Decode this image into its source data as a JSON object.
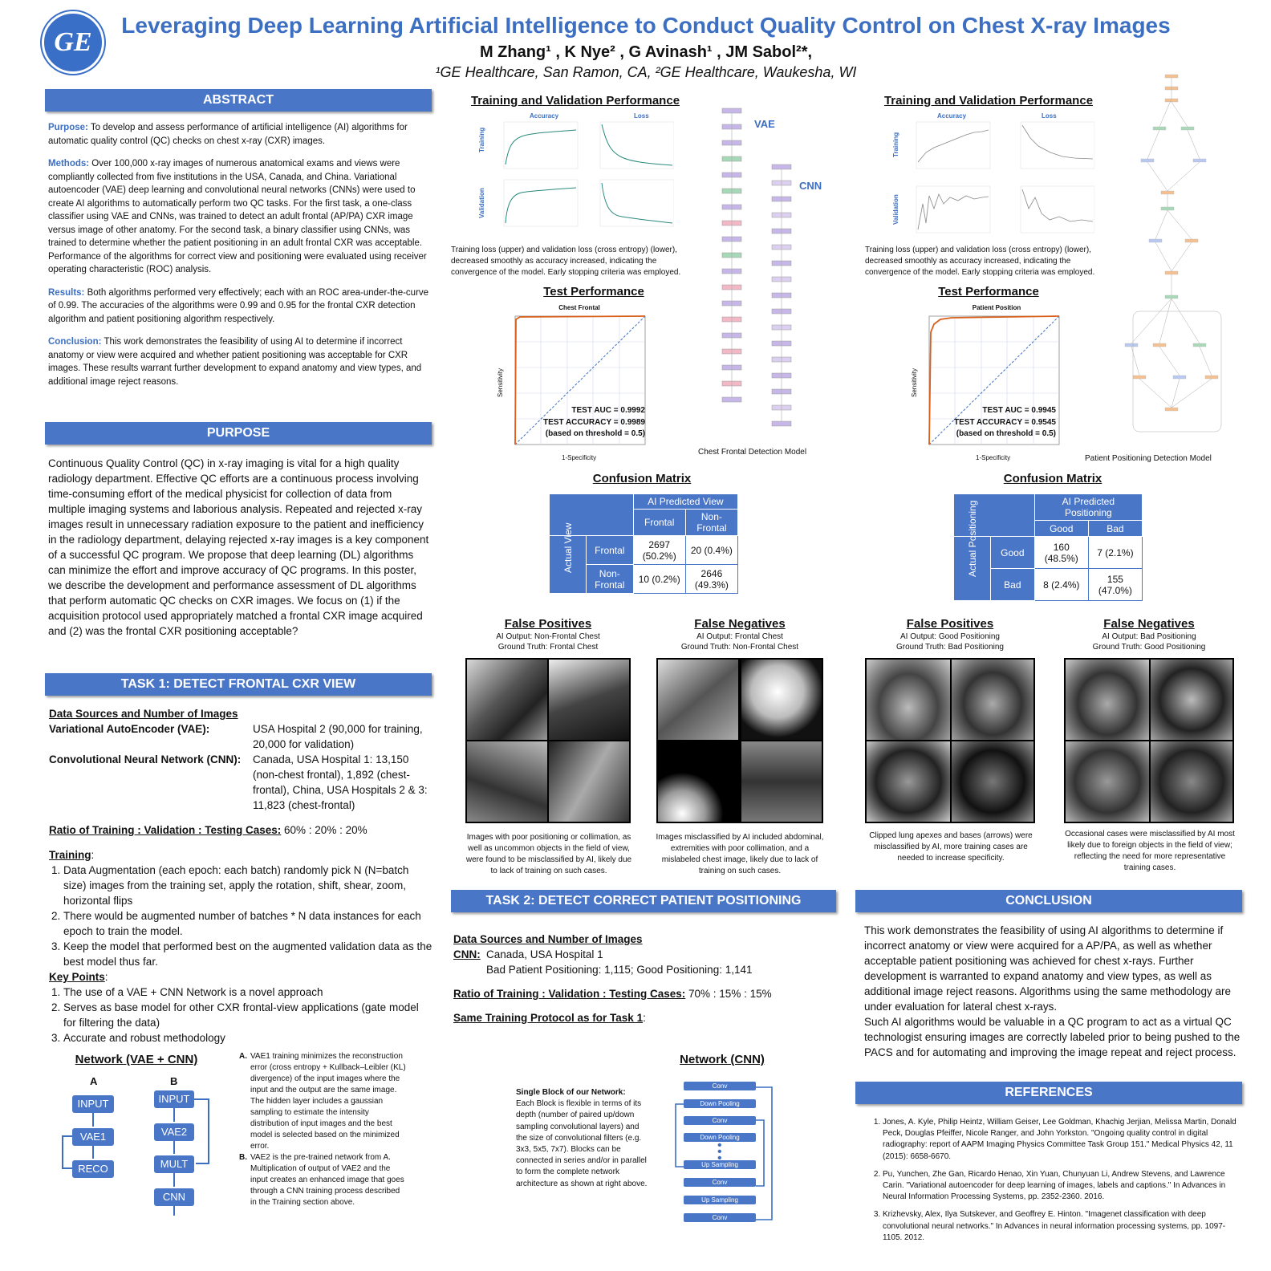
{
  "header": {
    "logo": "GE",
    "title": "Leveraging Deep Learning Artificial Intelligence to Conduct Quality Control on Chest X-ray Images",
    "authors": "M Zhang¹ , K Nye² , G Avinash¹ , JM Sabol²*,",
    "affiliations": "¹GE Healthcare, San Ramon, CA, ²GE Healthcare, Waukesha, WI"
  },
  "abstract": {
    "heading": "ABSTRACT",
    "purpose_label": "Purpose:",
    "purpose": " To develop and assess performance of artificial intelligence (AI) algorithms for automatic quality control (QC) checks on chest x-ray (CXR) images.",
    "methods_label": "Methods:",
    "methods": " Over 100,000 x-ray images of numerous anatomical exams and views were compliantly collected from five institutions in the USA, Canada, and China. Variational autoencoder (VAE) deep learning and convolutional neural networks (CNNs) were used to create AI algorithms to automatically perform two QC tasks. For the first task, a one-class classifier using VAE and CNNs, was trained to detect an adult frontal (AP/PA) CXR image versus image of other anatomy. For the second task, a binary classifier using CNNs, was trained to determine whether the patient positioning in an adult frontal CXR was acceptable. Performance of the algorithms for correct view and positioning were evaluated using receiver operating characteristic (ROC) analysis.",
    "results_label": "Results:",
    "results": " Both algorithms performed very effectively; each with an ROC area-under-the-curve of 0.99. The accuracies of the algorithms were 0.99 and 0.95 for the frontal CXR detection algorithm and patient positioning algorithm respectively.",
    "conclusion_label": "Conclusion:",
    "conclusion": " This work demonstrates the feasibility of using AI to determine if incorrect anatomy or view were acquired and whether patient positioning was acceptable for CXR images. These results warrant further development to expand anatomy and view types, and additional image reject reasons."
  },
  "purpose": {
    "heading": "PURPOSE",
    "text": "Continuous Quality Control (QC) in x-ray imaging is vital for a high quality radiology department. Effective QC efforts are a continuous process involving time-consuming effort of the medical physicist for collection of data from multiple imaging systems and laborious analysis. Repeated and rejected x-ray images result in unnecessary radiation exposure to the patient and inefficiency in the radiology department, delaying rejected x-ray images is a key component of a successful QC program. We propose that deep learning (DL) algorithms can minimize the effort and improve accuracy of QC programs. In this poster, we describe the development and performance assessment of DL algorithms that perform automatic QC checks on CXR images. We focus on (1) if the acquisition protocol used appropriately matched a frontal CXR image acquired and (2) was the frontal CXR positioning acceptable?"
  },
  "task1": {
    "heading": "TASK 1: DETECT FRONTAL CXR VIEW",
    "ds_title": "Data Sources and Number of Images",
    "vae_label": "Variational AutoEncoder (VAE):",
    "vae_val": "USA Hospital 2 (90,000 for training, 20,000 for validation)",
    "cnn_label": "Convolutional Neural Network (CNN):",
    "cnn_val": "Canada, USA Hospital 1: 13,150 (non-chest frontal), 1,892 (chest-frontal), China, USA Hospitals 2 & 3: 11,823 (chest-frontal)",
    "ratio_label": "Ratio of Training : Validation : Testing Cases:",
    "ratio_val": " 60% : 20% : 20%",
    "training_title": "Training",
    "training": [
      "Data Augmentation (each epoch: each batch) randomly pick N (N=batch size) images from the training set, apply the rotation, shift, shear, zoom, horizontal flips",
      "There would be augmented number of batches * N data instances for each epoch to train the model.",
      "Keep the model that performed best on the augmented validation data as the best model thus far."
    ],
    "key_title": "Key Points",
    "key": [
      "The use of a VAE + CNN Network is a novel approach",
      "Serves as base model for other CXR frontal-view applications (gate model for filtering the data)",
      "Accurate and robust methodology"
    ],
    "net_title": "Network (VAE + CNN)",
    "colA": "A",
    "colB": "B",
    "flowA": [
      "INPUT",
      "VAE1",
      "RECO"
    ],
    "flowB": [
      "INPUT",
      "VAE2",
      "MULT",
      "CNN"
    ],
    "noteA_label": "A.",
    "noteA": "VAE1 training minimizes the reconstruction error (cross entropy + Kullback–Leibler (KL) divergence) of the input images where the input and the output are the same image. The hidden layer includes a gaussian sampling to estimate the intensity distribution of input images and the best model is selected based on the minimized error.",
    "noteB_label": "B.",
    "noteB": "VAE2 is the pre-trained network from A. Multiplication of output of VAE2 and the input creates an enhanced image that goes through a CNN training process described in the Training section above."
  },
  "mid": {
    "tv_title": "Training and Validation Performance",
    "acc": "Accuracy",
    "loss": "Loss",
    "training": "Training",
    "validation": "Validation",
    "tv_caption": "Training loss (upper) and validation loss (cross entropy) (lower), decreased smoothly as accuracy increased, indicating the convergence of the model. Early stopping criteria was employed.",
    "vae": "VAE",
    "cnn": "CNN",
    "model_caption": "Chest Frontal Detection Model",
    "test_title": "Test Performance",
    "roc_title": "Chest Frontal",
    "roc_stats": [
      "TEST AUC = 0.9992",
      "TEST ACCURACY = 0.9989",
      "(based on threshold = 0.5)"
    ],
    "xlabel": "1-Specificity",
    "ylabel": "Sensitivity",
    "cm_title": "Confusion Matrix",
    "cm_pred": "AI Predicted View",
    "cm_c1": "Frontal",
    "cm_c2": "Non-Frontal",
    "cm_actual": "Actual View",
    "cm_r1": "Frontal",
    "cm_r2": "Non-Frontal",
    "cm_vals": [
      "2697 (50.2%)",
      "20 (0.4%)",
      "10 (0.2%)",
      "2646 (49.3%)"
    ],
    "fp_title": "False Positives",
    "fp_sub1": "AI Output: Non-Frontal Chest",
    "fp_sub2": "Ground Truth: Frontal Chest",
    "fp_caption": "Images with poor positioning or collimation, as well as uncommon objects in the field of view, were found to be misclassified by AI, likely due to lack of training on such cases.",
    "fn_title": "False Negatives",
    "fn_sub1": "AI Output: Frontal Chest",
    "fn_sub2": "Ground Truth: Non-Frontal Chest",
    "fn_caption": "Images misclassified by AI included abdominal, extremities with poor collimation, and a mislabeled chest image, likely due to lack of training on such cases."
  },
  "right": {
    "tv_title": "Training and Validation Performance",
    "acc": "Accuracy",
    "loss": "Loss",
    "training": "Training",
    "validation": "Validation",
    "tv_caption": "Training loss (upper) and validation loss (cross entropy) (lower), decreased smoothly as accuracy increased, indicating the convergence of the model. Early stopping criteria was employed.",
    "model_caption": "Patient Positioning Detection Model",
    "test_title": "Test Performance",
    "roc_title": "Patient Position",
    "roc_stats": [
      "TEST AUC = 0.9945",
      "TEST ACCURACY = 0.9545",
      "(based on threshold = 0.5)"
    ],
    "xlabel": "1-Specificity",
    "ylabel": "Sensitivity",
    "cm_title": "Confusion Matrix",
    "cm_pred": "AI Predicted Positioning",
    "cm_c1": "Good",
    "cm_c2": "Bad",
    "cm_actual": "Actual Positioning",
    "cm_r1": "Good",
    "cm_r2": "Bad",
    "cm_vals": [
      "160 (48.5%)",
      "7 (2.1%)",
      "8 (2.4%)",
      "155 (47.0%)"
    ],
    "fp_title": "False Positives",
    "fp_sub1": "AI Output: Good Positioning",
    "fp_sub2": "Ground Truth: Bad Positioning",
    "fp_caption": "Clipped lung apexes and bases (arrows) were misclassified by AI, more training cases are needed to increase specificity.",
    "fn_title": "False Negatives",
    "fn_sub1": "AI Output: Bad Positioning",
    "fn_sub2": "Ground Truth: Good Positioning",
    "fn_caption": "Occasional cases were misclassified by AI most likely due to foreign objects in the field of view; reflecting the need for more representative training cases."
  },
  "task2": {
    "heading": "TASK 2: DETECT CORRECT PATIENT POSITIONING",
    "ds_title": "Data Sources and Number of Images",
    "cnn_label": "CNN:",
    "cnn_val1": "Canada, USA Hospital 1",
    "cnn_val2": "Bad Patient Positioning: 1,115; Good Positioning: 1,141",
    "ratio_label": "Ratio of Training : Validation : Testing Cases:",
    "ratio_val": " 70% : 15% : 15%",
    "same": "Same Training Protocol as for Task 1",
    "net_title": "Network (CNN)",
    "block_title": "Single Block of our Network:",
    "block_text": "Each Block is flexible in terms of its depth (number of paired up/down sampling convolutional layers) and the size of convolutional filters (e.g. 3x3, 5x5, 7x7). Blocks can be connected in series and/or in parallel to form the complete network architecture as shown at right above.",
    "blocks": [
      "Conv",
      "Down Pooling",
      "Conv",
      "Down Pooling",
      "Up Sampling",
      "Conv",
      "Up Sampling",
      "Conv"
    ]
  },
  "conclusion": {
    "heading": "CONCLUSION",
    "text1": "This work demonstrates the feasibility of using AI algorithms to determine if incorrect anatomy or view were acquired for a AP/PA, as well as whether acceptable patient positioning was achieved for chest x-rays. Further development is warranted to expand anatomy and view types, as well as additional image reject reasons. Algorithms using the same methodology are under evaluation for lateral chest x-rays.",
    "text2": "Such AI algorithms would be valuable in a QC program to act as a virtual QC technologist ensuring images are correctly labeled prior to being pushed to the PACS and for automating and improving the image repeat and reject process."
  },
  "references": {
    "heading": "REFERENCES",
    "items": [
      "Jones, A. Kyle, Philip Heintz, William Geiser, Lee Goldman, Khachig Jerjian, Melissa Martin, Donald Peck, Douglas Pfeiffer, Nicole Ranger, and John Yorkston. \"Ongoing quality control in digital radiography: report of AAPM Imaging Physics Committee Task Group 151.\" Medical Physics 42, 11 (2015): 6658-6670.",
      "Pu, Yunchen, Zhe Gan, Ricardo Henao, Xin Yuan, Chunyuan Li, Andrew Stevens, and Lawrence Carin. \"Variational autoencoder for deep learning of images, labels and captions.\" In Advances in Neural Information Processing Systems, pp. 2352-2360. 2016.",
      "Krizhevsky, Alex, Ilya Sutskever, and Geoffrey E. Hinton. \"Imagenet classification with deep convolutional neural networks.\" In Advances in neural information processing systems, pp. 1097-1105. 2012."
    ]
  }
}
